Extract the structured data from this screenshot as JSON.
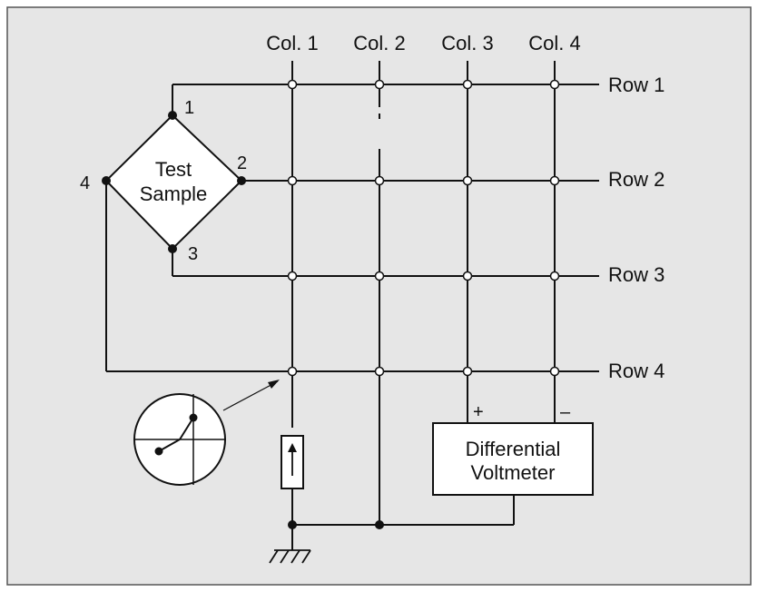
{
  "columns": [
    "Col. 1",
    "Col. 2",
    "Col. 3",
    "Col. 4"
  ],
  "rows": [
    "Row 1",
    "Row 2",
    "Row 3",
    "Row 4"
  ],
  "sample": {
    "line1": "Test",
    "line2": "Sample",
    "terminals": [
      "1",
      "2",
      "3",
      "4"
    ]
  },
  "voltmeter": {
    "line1": "Differential",
    "line2": "Voltmeter",
    "plus": "+",
    "minus": "–"
  },
  "colors": {
    "background": "#e6e6e6",
    "line": "#111111",
    "border": "#555555"
  }
}
